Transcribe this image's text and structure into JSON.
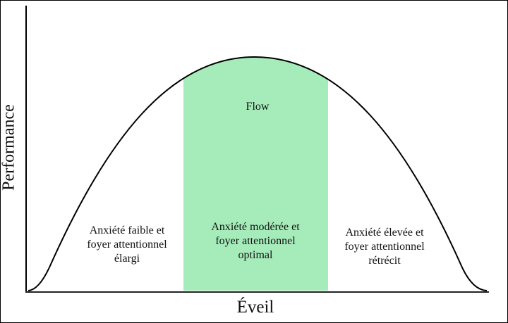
{
  "axes": {
    "y_label": "Performance",
    "x_label": "Éveil"
  },
  "zone_title": "Flow",
  "zones": [
    {
      "lines": [
        "Anxiété faible et",
        "foyer attentionnel",
        "élargi"
      ]
    },
    {
      "lines": [
        "Anxiété modérée et",
        "foyer attentionnel",
        "optimal"
      ]
    },
    {
      "lines": [
        "Anxiété élevée et",
        "foyer attentionnel",
        "rétrécit"
      ]
    }
  ],
  "colors": {
    "flow_fill": "#a6ecba",
    "curve": "#000000",
    "curve_in_flow": "#1f5a2c"
  }
}
